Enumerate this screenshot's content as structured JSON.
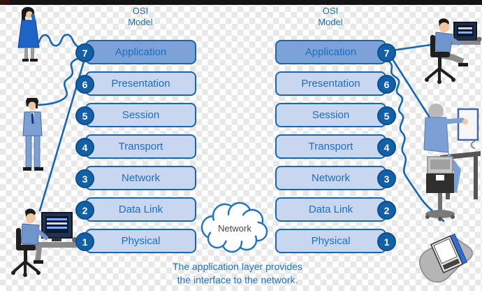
{
  "osi_title_left": {
    "line1": "OSI",
    "line2": "Model"
  },
  "osi_title_right": {
    "line1": "OSI",
    "line2": "Model"
  },
  "layers": [
    {
      "num": "7",
      "label": "Application"
    },
    {
      "num": "6",
      "label": "Presentation"
    },
    {
      "num": "5",
      "label": "Session"
    },
    {
      "num": "4",
      "label": "Transport"
    },
    {
      "num": "3",
      "label": "Network"
    },
    {
      "num": "2",
      "label": "Data Link"
    },
    {
      "num": "1",
      "label": "Physical"
    }
  ],
  "cloud": {
    "label": "Network"
  },
  "caption": {
    "line1": "The application layer provides",
    "line2": "the interface to the network."
  },
  "colors": {
    "box_fill": "#c8d6ef",
    "box_fill_highlight": "#7ca2d8",
    "box_border": "#1766b0",
    "box_text": "#1b6ec2",
    "badge_fill": "#1160a8",
    "connection_line": "#1467b8",
    "caption_text": "#1b72c4"
  }
}
